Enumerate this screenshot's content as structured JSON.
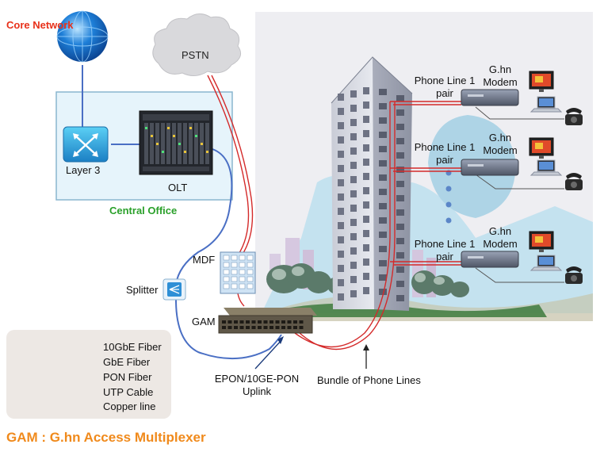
{
  "labels": {
    "core_network": "Core Network",
    "pstn": "PSTN",
    "layer3": "Layer 3",
    "olt": "OLT",
    "central_office": "Central Office",
    "mdf": "MDF",
    "splitter": "Splitter",
    "gam": "GAM",
    "uplink": "EPON/10GE-PON Uplink",
    "bundle": "Bundle of Phone Lines",
    "footer_title": "GAM : G.hn Access Multiplexer"
  },
  "subscribers": [
    {
      "phone_line": "Phone Line 1 pair",
      "modem": "G.hn Modem"
    },
    {
      "phone_line": "Phone Line 1 pair",
      "modem": "G.hn Modem"
    },
    {
      "phone_line": "Phone Line 1 pair",
      "modem": "G.hn Modem"
    }
  ],
  "legend": [
    {
      "label": "10GbE Fiber",
      "color": "#7b2a9a",
      "style": "solid"
    },
    {
      "label": "GbE Fiber",
      "color": "#4a6fc4",
      "style": "solid"
    },
    {
      "label": "PON Fiber",
      "color": "#f0a020",
      "style": "dashed"
    },
    {
      "label": "UTP Cable",
      "color": "#2aa02a",
      "style": "solid"
    },
    {
      "label": "Copper line",
      "color": "#d42a2a",
      "style": "double"
    }
  ],
  "colors": {
    "central_office_fill": "#e6f4fb",
    "central_office_border": "#8ab6cf",
    "copper": "#d42a2a",
    "gbe_fiber": "#4a6fc4",
    "core_network": "#e8311a",
    "title": "#f08a1c",
    "central_office_label": "#2aa02a"
  },
  "icons": [
    "globe-icon",
    "cloud-icon",
    "router-icon",
    "olt-chassis-icon",
    "mdf-panel-icon",
    "splitter-icon",
    "gam-device-icon",
    "building-icon",
    "modem-icon",
    "monitor-icon",
    "laptop-icon",
    "telephone-icon",
    "tree-icon"
  ]
}
